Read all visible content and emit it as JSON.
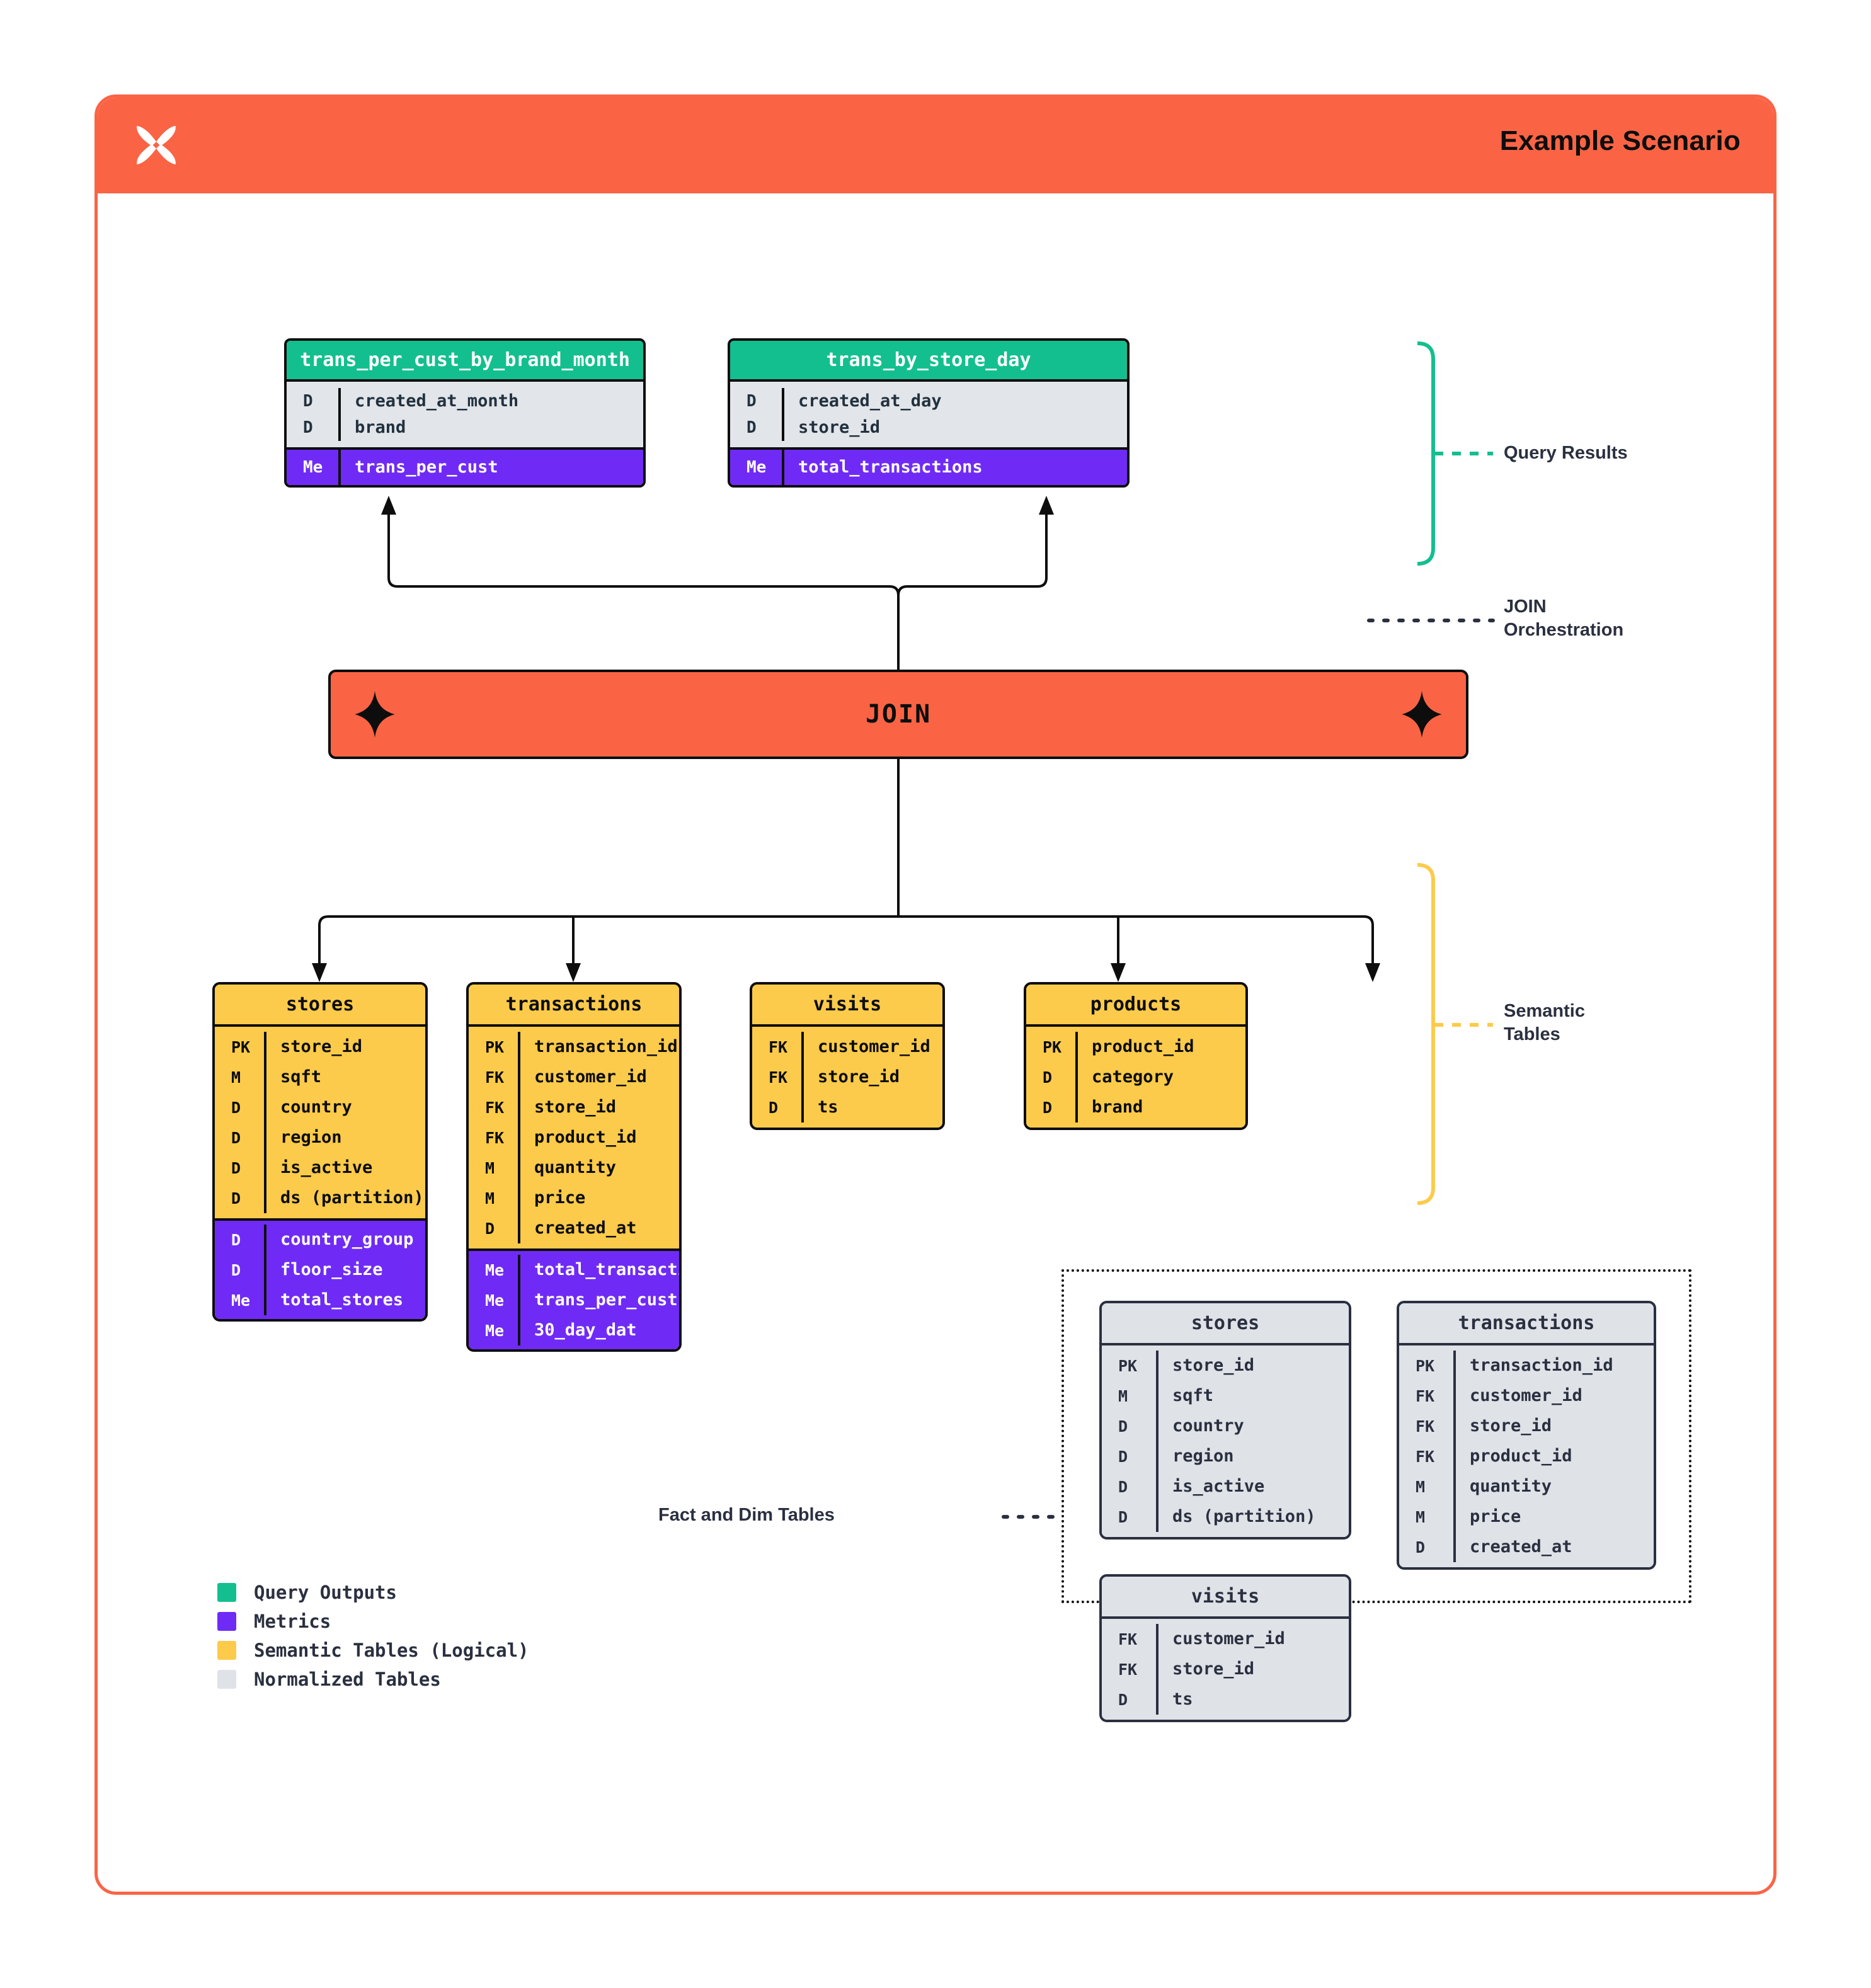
{
  "header": {
    "title": "Example Scenario",
    "logo_icon": "xata-x-logo-icon",
    "brand_color": "#FA6445"
  },
  "colors": {
    "query_output": "#13BF8F",
    "metric": "#6F2BF5",
    "semantic": "#FCCB4B",
    "normalized": "#DFE3E8",
    "ink": "#2B3040",
    "accent": "#FA6445"
  },
  "query_results": [
    {
      "name": "trans_per_cust_by_brand_month",
      "columns": [
        {
          "kind": "D",
          "name": "created_at_month"
        },
        {
          "kind": "D",
          "name": "brand"
        }
      ],
      "metrics": [
        {
          "kind": "Me",
          "name": "trans_per_cust"
        }
      ]
    },
    {
      "name": "trans_by_store_day",
      "columns": [
        {
          "kind": "D",
          "name": "created_at_day"
        },
        {
          "kind": "D",
          "name": "store_id"
        }
      ],
      "metrics": [
        {
          "kind": "Me",
          "name": "total_transactions"
        }
      ]
    }
  ],
  "join": {
    "label": "JOIN",
    "left_icon": "sparkle-icon",
    "right_icon": "sparkle-icon"
  },
  "semantic_tables": [
    {
      "name": "stores",
      "columns": [
        {
          "kind": "PK",
          "name": "store_id"
        },
        {
          "kind": "M",
          "name": "sqft"
        },
        {
          "kind": "D",
          "name": "country"
        },
        {
          "kind": "D",
          "name": "region"
        },
        {
          "kind": "D",
          "name": "is_active"
        },
        {
          "kind": "D",
          "name": "ds (partition)"
        }
      ],
      "metrics": [
        {
          "kind": "D",
          "name": "country_group"
        },
        {
          "kind": "D",
          "name": "floor_size"
        },
        {
          "kind": "Me",
          "name": "total_stores"
        }
      ]
    },
    {
      "name": "transactions",
      "columns": [
        {
          "kind": "PK",
          "name": "transaction_id"
        },
        {
          "kind": "FK",
          "name": "customer_id"
        },
        {
          "kind": "FK",
          "name": "store_id"
        },
        {
          "kind": "FK",
          "name": "product_id"
        },
        {
          "kind": "M",
          "name": "quantity"
        },
        {
          "kind": "M",
          "name": "price"
        },
        {
          "kind": "D",
          "name": "created_at"
        }
      ],
      "metrics": [
        {
          "kind": "Me",
          "name": "total_transactions"
        },
        {
          "kind": "Me",
          "name": "trans_per_cust"
        },
        {
          "kind": "Me",
          "name": "30_day_dat"
        }
      ]
    },
    {
      "name": "visits",
      "columns": [
        {
          "kind": "FK",
          "name": "customer_id"
        },
        {
          "kind": "FK",
          "name": "store_id"
        },
        {
          "kind": "D",
          "name": "ts"
        }
      ],
      "metrics": []
    },
    {
      "name": "products",
      "columns": [
        {
          "kind": "PK",
          "name": "product_id"
        },
        {
          "kind": "D",
          "name": "category"
        },
        {
          "kind": "D",
          "name": "brand"
        }
      ],
      "metrics": []
    }
  ],
  "normalized_tables": [
    {
      "name": "stores",
      "columns": [
        {
          "kind": "PK",
          "name": "store_id"
        },
        {
          "kind": "M",
          "name": "sqft"
        },
        {
          "kind": "D",
          "name": "country"
        },
        {
          "kind": "D",
          "name": "region"
        },
        {
          "kind": "D",
          "name": "is_active"
        },
        {
          "kind": "D",
          "name": "ds (partition)"
        }
      ]
    },
    {
      "name": "transactions",
      "columns": [
        {
          "kind": "PK",
          "name": "transaction_id"
        },
        {
          "kind": "FK",
          "name": "customer_id"
        },
        {
          "kind": "FK",
          "name": "store_id"
        },
        {
          "kind": "FK",
          "name": "product_id"
        },
        {
          "kind": "M",
          "name": "quantity"
        },
        {
          "kind": "M",
          "name": "price"
        },
        {
          "kind": "D",
          "name": "created_at"
        }
      ]
    },
    {
      "name": "visits",
      "columns": [
        {
          "kind": "FK",
          "name": "customer_id"
        },
        {
          "kind": "FK",
          "name": "store_id"
        },
        {
          "kind": "D",
          "name": "ts"
        }
      ]
    }
  ],
  "annotations": {
    "query_results": "Query Results",
    "join_orchestration_line1": "JOIN",
    "join_orchestration_line2": "Orchestration",
    "semantic_tables_line1": "Semantic",
    "semantic_tables_line2": "Tables",
    "fact_and_dim_tables": "Fact and Dim Tables"
  },
  "legend": [
    {
      "color": "#13BF8F",
      "label": "Query Outputs"
    },
    {
      "color": "#6F2BF5",
      "label": "Metrics"
    },
    {
      "color": "#FCCB4B",
      "label": "Semantic Tables (Logical)"
    },
    {
      "color": "#DFE3E8",
      "label": "Normalized Tables"
    }
  ]
}
